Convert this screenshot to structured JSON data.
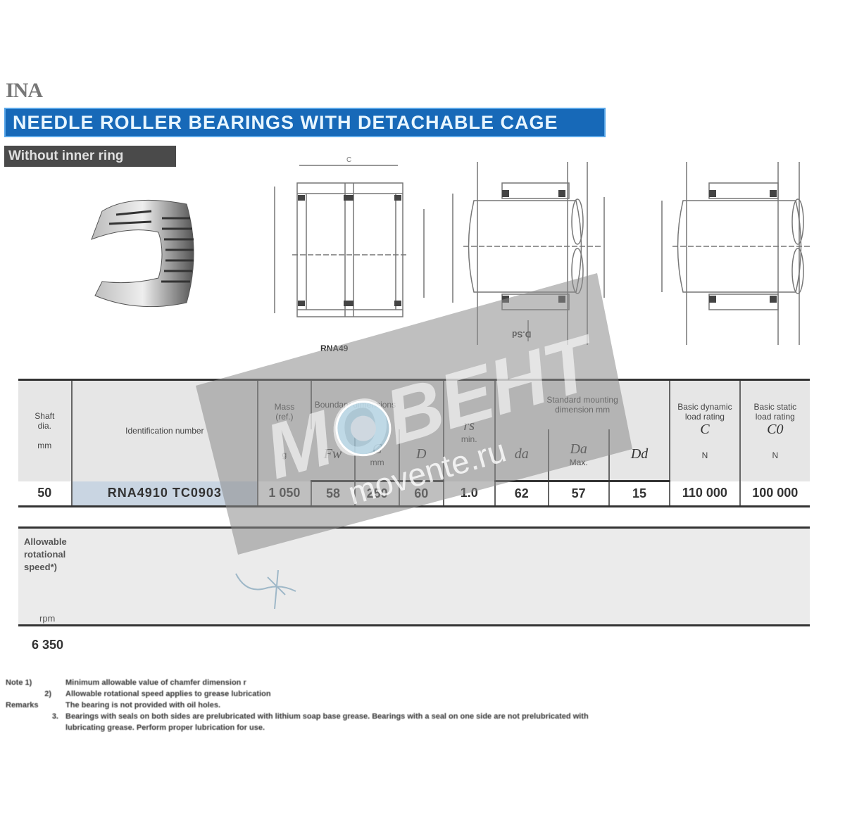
{
  "header": {
    "brand": "INA",
    "title": "NEEDLE ROLLER BEARINGS WITH DETACHABLE CAGE",
    "subtitle": "Without inner ring"
  },
  "figures": {
    "drawing_1_label": "RNA49",
    "drawing_2_label": "D.Sd",
    "dim_C": "C",
    "dim_D": "D",
    "dim_Fw": "Fw",
    "dim_d": "d"
  },
  "table": {
    "headers": {
      "shaft": [
        "Shaft",
        "dia.",
        "mm"
      ],
      "designation": "Identification number",
      "mass": [
        "Mass",
        "(ref.)",
        "g"
      ],
      "dimensions": "Boundary dimensions",
      "dim_cols": [
        "Fw",
        "C",
        "D"
      ],
      "dim_unit": "mm",
      "rs": [
        "rs",
        "min."
      ],
      "mounting": [
        "Standard mounting",
        "dimension  mm"
      ],
      "mounting_cols": [
        "da",
        "Da",
        "Dd"
      ],
      "mounting_sub": "Max.",
      "dyn_load": [
        "Basic dynamic",
        "load rating",
        "C",
        "N"
      ],
      "stat_load": [
        "Basic static",
        "load rating",
        "C0",
        "N"
      ]
    },
    "rows": [
      {
        "shaft": "50",
        "designation": "RNA4910  TC0903",
        "mass": "1 050",
        "Fw": "58",
        "C": "250",
        "D": "60",
        "rs": "1.0",
        "da": "62",
        "Da": "57",
        "Dd": "15",
        "dyn": "110 000",
        "stat": "100 000"
      }
    ]
  },
  "speed": {
    "label_lines": [
      "Allowable",
      "rotational",
      "speed*)"
    ],
    "unit": "rpm",
    "value": "6 350"
  },
  "notes": [
    {
      "key": "Note 1)",
      "text": "Minimum allowable value of chamfer dimension r"
    },
    {
      "key": "2)",
      "text": "Allowable rotational speed applies to grease lubrication"
    },
    {
      "key": "Remarks",
      "text": "The bearing is not provided with oil holes."
    },
    {
      "key": "3.",
      "text": "Bearings with seals on both sides are prelubricated with lithium soap base grease.  Bearings with a seal on one side are not prelubricated with"
    },
    {
      "key": "",
      "text": "lubricating grease.  Perform proper lubrication for use."
    }
  ],
  "watermark": {
    "logo": "МОВЕНТ",
    "url": "movente.ru"
  },
  "colors": {
    "title_bar": "#1769b8",
    "subtitle_bar": "#4a4a4a",
    "designation_cell": "#c9d5e2",
    "table_header_bg": "#e6e6e6",
    "watermark": "#9a9a9a"
  }
}
